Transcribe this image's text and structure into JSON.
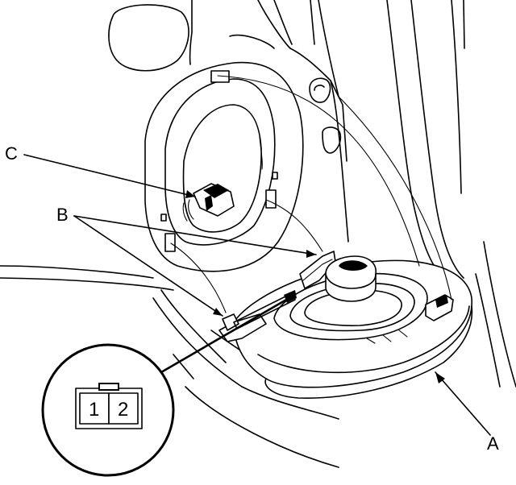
{
  "labels": {
    "a": "A",
    "b": "B",
    "c": "C"
  },
  "connector": {
    "pin_1": "1",
    "pin_2": "2"
  }
}
